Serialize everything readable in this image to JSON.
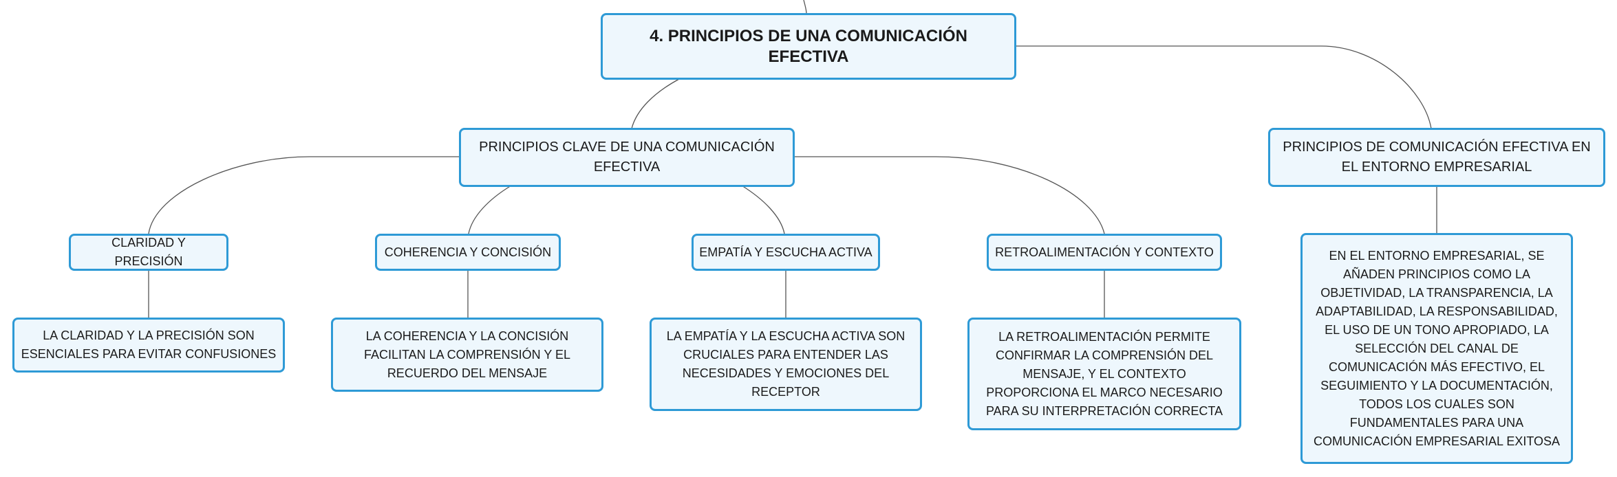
{
  "root": {
    "label": "4. PRINCIPIOS DE UNA COMUNICACIÓN EFECTIVA"
  },
  "branches": [
    {
      "label": "PRINCIPIOS CLAVE DE UNA COMUNICACIÓN EFECTIVA",
      "children": [
        {
          "label": "CLARIDAD Y PRECISIÓN",
          "detail": "LA CLARIDAD Y LA PRECISIÓN SON ESENCIALES PARA EVITAR CONFUSIONES"
        },
        {
          "label": "COHERENCIA Y CONCISIÓN",
          "detail": "LA COHERENCIA Y LA CONCISIÓN FACILITAN LA COMPRENSIÓN Y EL RECUERDO DEL MENSAJE"
        },
        {
          "label": "EMPATÍA Y ESCUCHA ACTIVA",
          "detail": "LA EMPATÍA Y LA ESCUCHA ACTIVA SON CRUCIALES PARA ENTENDER LAS NECESIDADES Y EMOCIONES DEL RECEPTOR"
        },
        {
          "label": "RETROALIMENTACIÓN Y CONTEXTO",
          "detail": "LA RETROALIMENTACIÓN PERMITE CONFIRMAR LA COMPRENSIÓN DEL MENSAJE, Y EL CONTEXTO PROPORCIONA EL MARCO NECESARIO PARA SU INTERPRETACIÓN CORRECTA"
        }
      ]
    },
    {
      "label": "PRINCIPIOS DE COMUNICACIÓN EFECTIVA EN EL ENTORNO EMPRESARIAL",
      "detail": "EN EL ENTORNO EMPRESARIAL, SE AÑADEN PRINCIPIOS COMO LA OBJETIVIDAD, LA TRANSPARENCIA, LA ADAPTABILIDAD, LA RESPONSABILIDAD, EL USO DE UN TONO APROPIADO, LA SELECCIÓN DEL CANAL DE COMUNICACIÓN MÁS EFECTIVO, EL SEGUIMIENTO Y LA DOCUMENTACIÓN, TODOS LOS CUALES SON FUNDAMENTALES PARA UNA COMUNICACIÓN EMPRESARIAL EXITOSA"
    }
  ],
  "colors": {
    "border": "#2e9ad6",
    "fill": "#eef7fd",
    "connector": "#555555",
    "text": "#1a1a1a"
  }
}
